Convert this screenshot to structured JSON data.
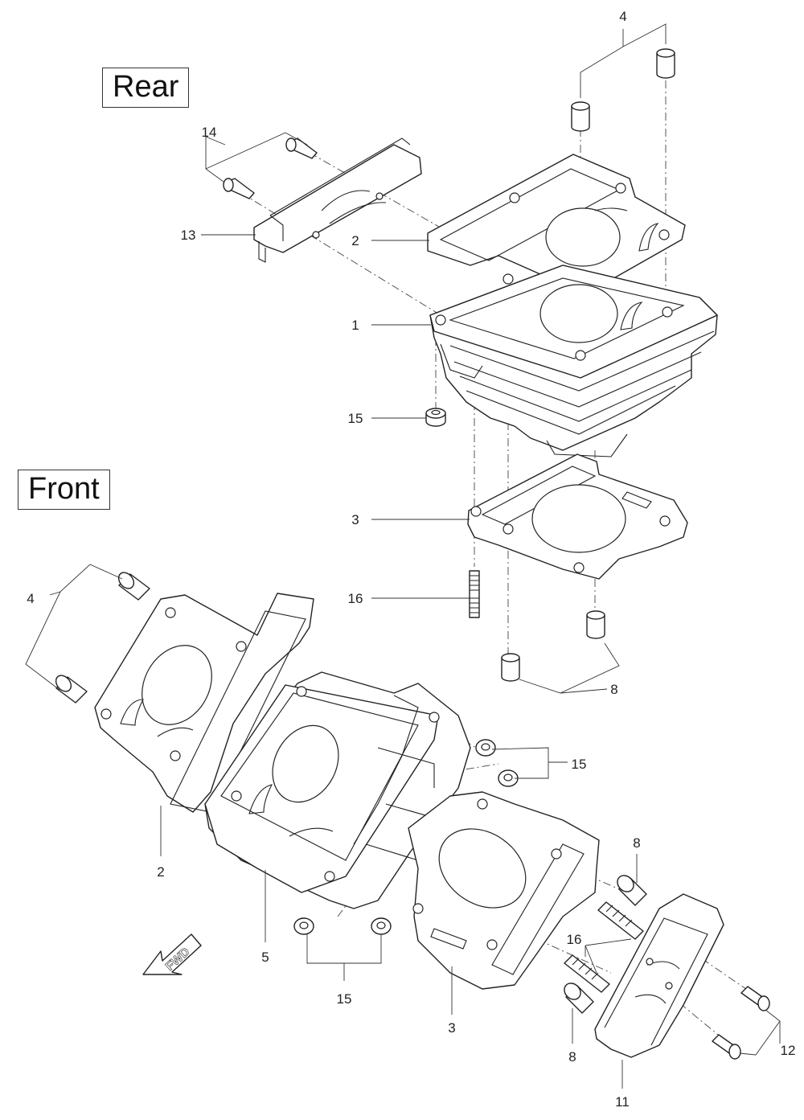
{
  "sections": {
    "rear": "Rear",
    "front": "Front"
  },
  "fwd_label": "FWD",
  "callouts": {
    "rear_1": "1",
    "rear_2": "2",
    "rear_3": "3",
    "rear_4": "4",
    "rear_8": "8",
    "rear_13": "13",
    "rear_14": "14",
    "rear_15": "15",
    "rear_16": "16",
    "front_2": "2",
    "front_3": "3",
    "front_4": "4",
    "front_5": "5",
    "front_8a": "8",
    "front_8b": "8",
    "front_11": "11",
    "front_12": "12",
    "front_15a": "15",
    "front_15b": "15",
    "front_16": "16"
  }
}
